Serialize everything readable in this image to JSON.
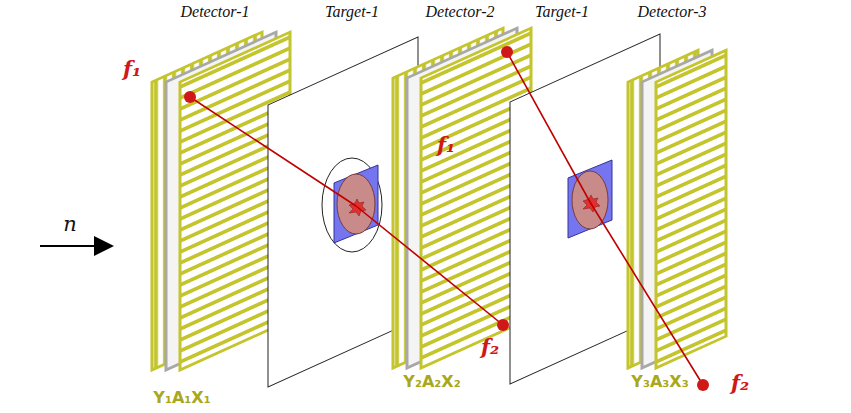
{
  "diagram": {
    "labels": [
      "Detector-1",
      "Target-1",
      "Detector-2",
      "Target-1",
      "Detector-3",
      "f₁",
      "f₁",
      "f₂",
      "f₂",
      "n",
      "Y₁A₁X₁",
      "Y₂A₂X₂",
      "Y₃A₃X₃"
    ]
  }
}
